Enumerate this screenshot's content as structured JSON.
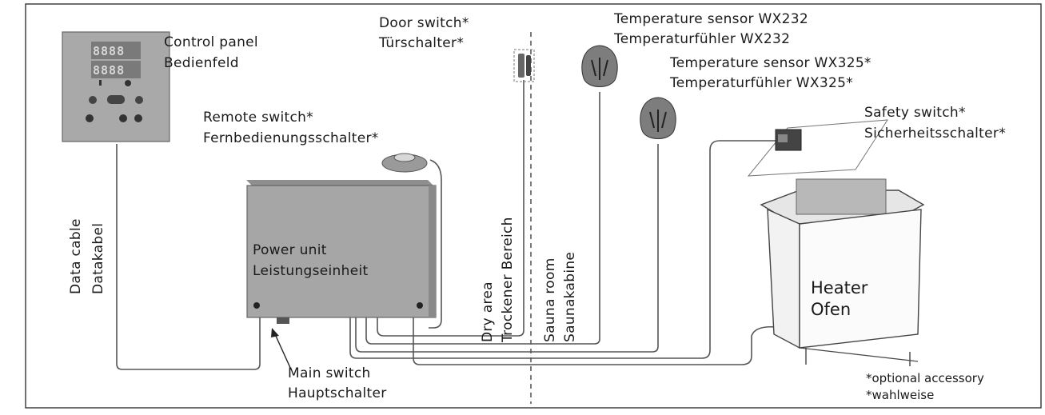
{
  "labels": {
    "control_panel_en": "Control panel",
    "control_panel_de": "Bedienfeld",
    "door_switch_en": "Door switch*",
    "door_switch_de": "Türschalter*",
    "temp_sensor_1_en": "Temperature sensor WX232",
    "temp_sensor_1_de": "Temperaturfühler WX232",
    "temp_sensor_2_en": "Temperature sensor WX325*",
    "temp_sensor_2_de": "Temperaturfühler WX325*",
    "safety_switch_en": "Safety switch*",
    "safety_switch_de": "Sicherheitsschalter*",
    "remote_switch_en": "Remote switch*",
    "remote_switch_de": "Fernbedienungsschalter*",
    "power_unit_en": "Power unit",
    "power_unit_de": "Leistungseinheit",
    "data_cable_en": "Data cable",
    "data_cable_de": "Datakabel",
    "dry_area_en": "Dry area",
    "dry_area_de": "Trockener Bereich",
    "sauna_room_en": "Sauna room",
    "sauna_room_de": "Saunakabine",
    "heater_en": "Heater",
    "heater_de": "Ofen",
    "main_switch_en": "Main switch",
    "main_switch_de": "Hauptschalter",
    "footnote_en": "*optional accessory",
    "footnote_de": "*wahlweise"
  },
  "display": {
    "top_digits": "8888",
    "bottom_digits": "8888"
  }
}
